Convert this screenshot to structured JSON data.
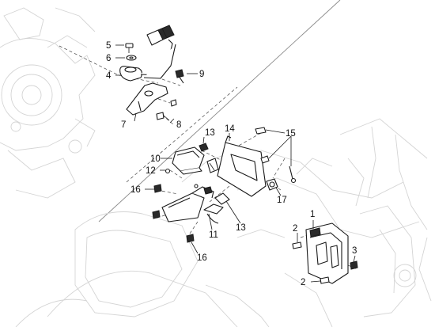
{
  "callouts": [
    {
      "id": "c1",
      "label": "1"
    },
    {
      "id": "c2a",
      "label": "2"
    },
    {
      "id": "c2b",
      "label": "2"
    },
    {
      "id": "c3",
      "label": "3"
    },
    {
      "id": "c4",
      "label": "4"
    },
    {
      "id": "c5",
      "label": "5"
    },
    {
      "id": "c6",
      "label": "6"
    },
    {
      "id": "c7",
      "label": "7"
    },
    {
      "id": "c8",
      "label": "8"
    },
    {
      "id": "c9",
      "label": "9"
    },
    {
      "id": "c10",
      "label": "10"
    },
    {
      "id": "c11",
      "label": "11"
    },
    {
      "id": "c12",
      "label": "12"
    },
    {
      "id": "c13a",
      "label": "13"
    },
    {
      "id": "c13b",
      "label": "13"
    },
    {
      "id": "c14",
      "label": "14"
    },
    {
      "id": "c15",
      "label": "15"
    },
    {
      "id": "c16a",
      "label": "16"
    },
    {
      "id": "c16b",
      "label": "16"
    },
    {
      "id": "c17",
      "label": "17"
    }
  ],
  "colors": {
    "ink": "#1a1a1a",
    "ghost": "#d4d4d4",
    "background": "#ffffff"
  }
}
